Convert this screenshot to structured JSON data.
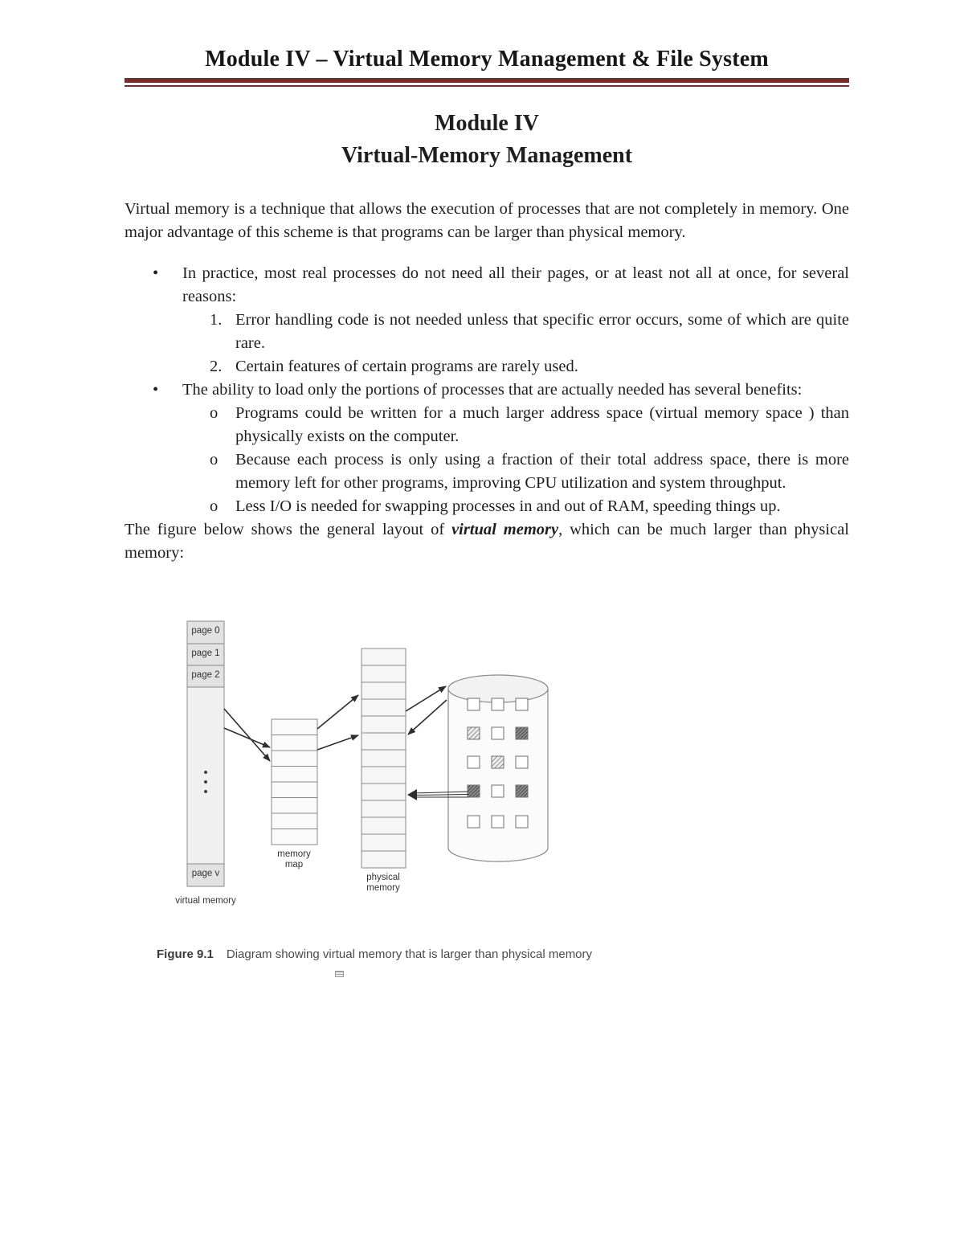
{
  "theme": {
    "rule_color": "#7a2b2b"
  },
  "header": {
    "title": "Module IV – Virtual Memory Management & File System"
  },
  "title": {
    "line1": "Module IV",
    "line2": "Virtual-Memory Management"
  },
  "intro": "Virtual memory is a technique that allows the execution of processes that are not completely in memory. One major advantage of this scheme is that programs can be larger than physical memory.",
  "bullets": [
    {
      "marker": "•",
      "text": "In practice, most real processes do not need all their pages, or at least not all at once, for several reasons:",
      "children": [
        {
          "marker": "1.",
          "text": "Error handling code is not needed unless that specific error occurs, some of which are quite rare."
        },
        {
          "marker": "2.",
          "text": "Certain features of certain programs are rarely used."
        }
      ]
    },
    {
      "marker": "•",
      "text": "The ability to load only the portions of processes that are actually needed has several benefits:",
      "children": [
        {
          "marker": "o",
          "text": "Programs could  be written for a much larger address space (virtual memory space ) than physically exists on the computer."
        },
        {
          "marker": "o",
          "text": "Because each process is only using a fraction of their total address space, there is more memory left for other programs, improving CPU utilization and system throughput."
        },
        {
          "marker": "o",
          "text": "Less I/O is needed for swapping processes in and out of RAM, speeding things up."
        }
      ]
    }
  ],
  "closing": {
    "before": "The figure below shows the general layout of ",
    "emphasis": "virtual memory",
    "after": ", which can be much larger than physical memory:"
  },
  "figure": {
    "labels": {
      "page0": "page 0",
      "page1": "page 1",
      "page2": "page 2",
      "page_v": "page v",
      "virtual_memory": "virtual memory",
      "memory_map": "memory map",
      "physical_memory": "physical memory"
    },
    "caption": {
      "label": "Figure 9.1",
      "text": "Diagram showing virtual memory that is larger than physical memory"
    }
  }
}
